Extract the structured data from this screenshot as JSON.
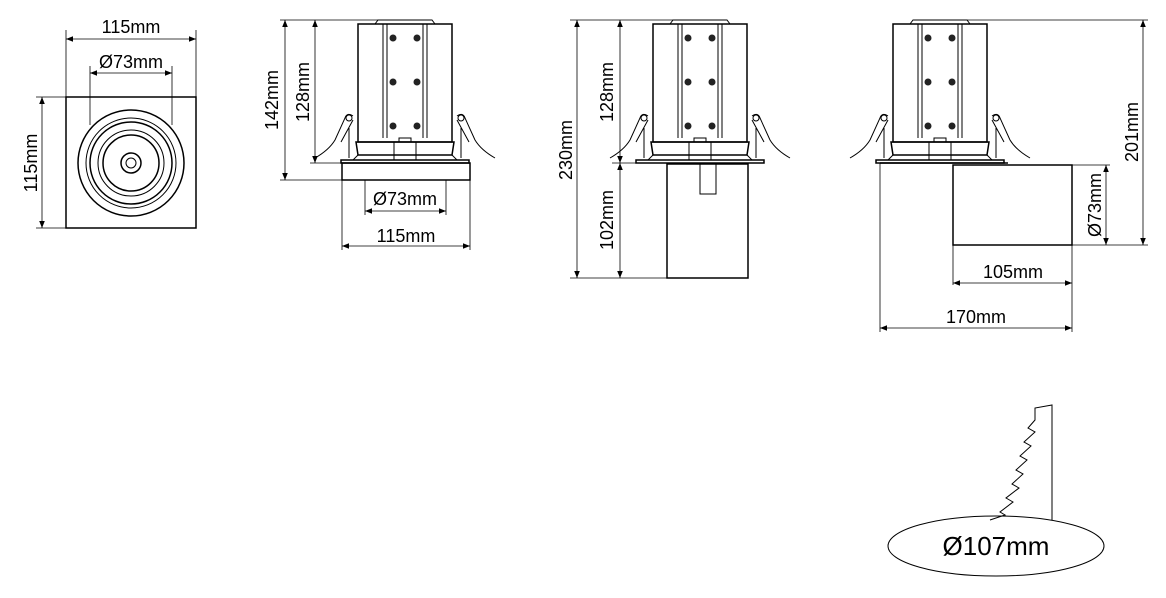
{
  "view_top": {
    "width": "115mm",
    "inner": "Ø73mm",
    "height": "115mm"
  },
  "view_front": {
    "total_height": "142mm",
    "body_height": "128mm",
    "aperture": "Ø73mm",
    "trim_width": "115mm"
  },
  "view_side_down": {
    "total_height": "230mm",
    "body_height": "128mm",
    "head_height": "102mm"
  },
  "view_side_tilted": {
    "total_height": "201mm",
    "head_diameter": "Ø73mm",
    "head_length": "105mm",
    "total_width": "170mm"
  },
  "cutout": {
    "diameter": "Ø107mm"
  }
}
